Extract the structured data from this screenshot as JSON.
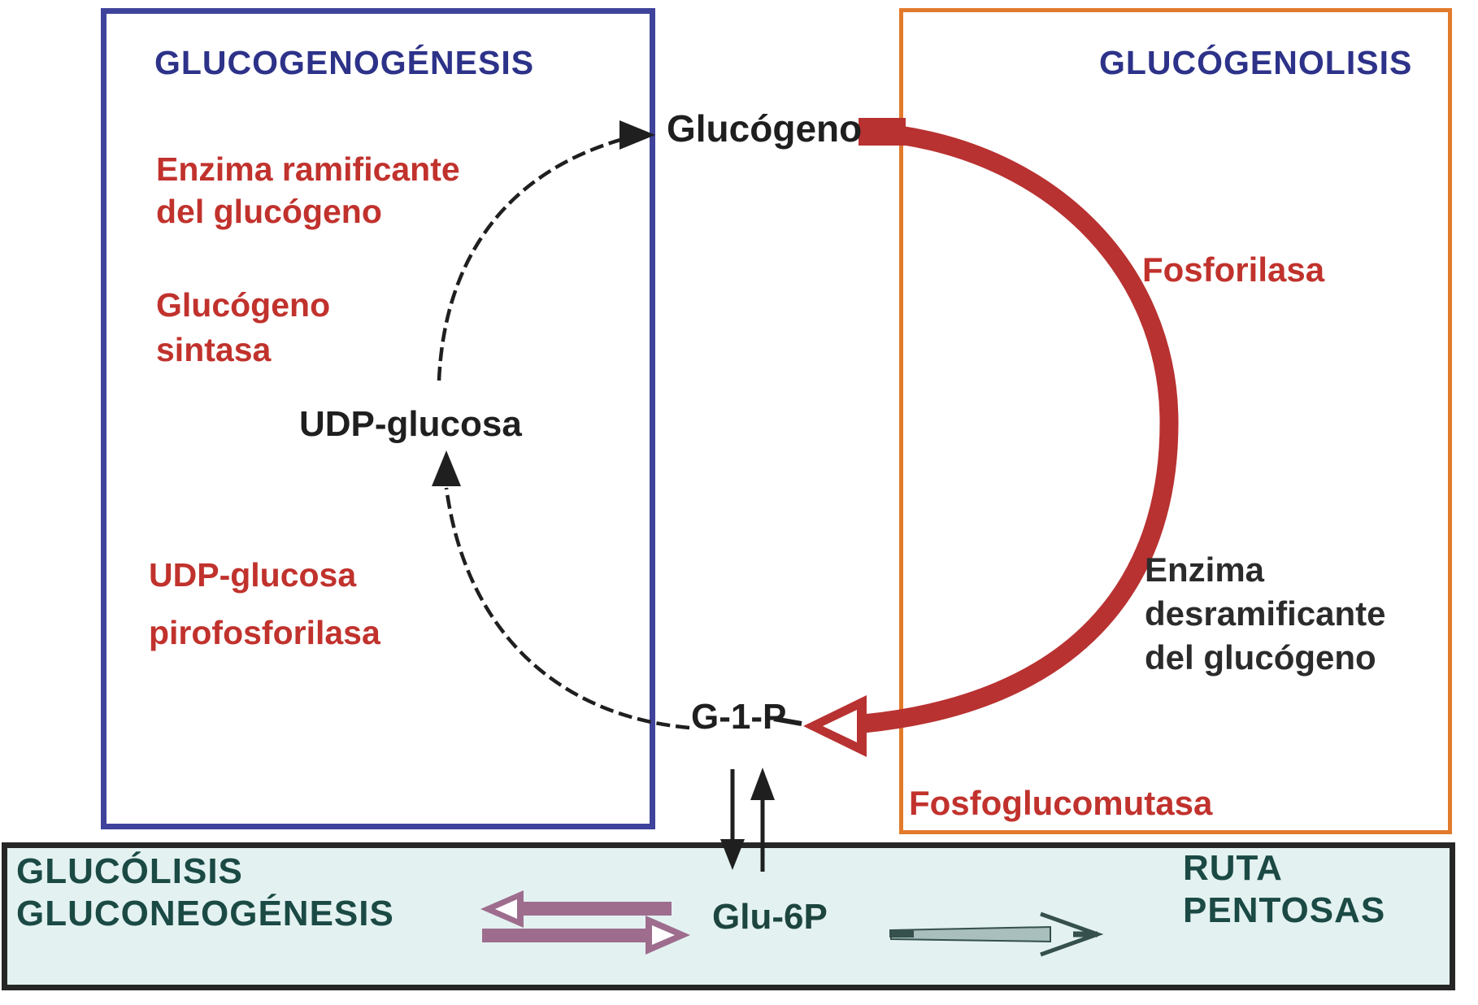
{
  "diagram": {
    "left_panel": {
      "title": "GLUCOGENOGÉNESIS",
      "enzyme_branching": "Enzima ramificante\ndel glucógeno",
      "enzyme_synthase": "Glucógeno\nsintasa",
      "enzyme_pyrophosphorylase": "UDP-glucosa\npirofosforilasa"
    },
    "right_panel": {
      "title": "GLUCÓGENOLISIS",
      "enzyme_phosphorylase": "Fosforilasa",
      "enzyme_debranching": "Enzima\ndesramificante\ndel glucógeno",
      "enzyme_phosphoglucomutase": "Fosfoglucomutasa"
    },
    "metabolites": {
      "glycogen": "Glucógeno",
      "udp_glucose": "UDP-glucosa",
      "g1p": "G-1-P",
      "glu6p": "Glu-6P"
    },
    "bottom_bar": {
      "left_label": "GLUCÓLISIS\nGLUCONEOGÉNESIS",
      "right_label": "RUTA\nPENTOSAS"
    },
    "colors": {
      "left_box_border": "#3f439b",
      "right_box_border": "#e27a2b",
      "title_text": "#2d3289",
      "enzyme_red_text": "#c1322d",
      "black_text": "#1f1f1f",
      "teal_text": "#1b4a45",
      "bar_background": "#e3f2f1",
      "bar_border": "#262626",
      "glycogenolysis_arrow": "#b83231",
      "reversible_arrow": "#9e6d8e",
      "pentose_arrow": "#35504d"
    }
  }
}
